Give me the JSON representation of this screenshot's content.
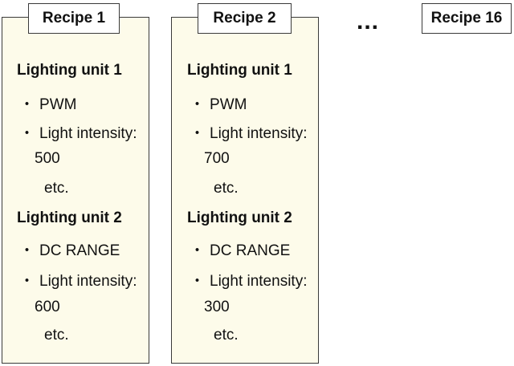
{
  "ellipsis": "...",
  "bullet": "・",
  "recipes": [
    {
      "title": "Recipe 1",
      "units": [
        {
          "heading": "Lighting unit 1",
          "mode": "PWM",
          "intensity_label": "Light intensity:",
          "intensity_value": "500",
          "etc": "etc."
        },
        {
          "heading": "Lighting unit 2",
          "mode": "DC RANGE",
          "intensity_label": "Light intensity:",
          "intensity_value": "600",
          "etc": "etc."
        }
      ]
    },
    {
      "title": "Recipe 2",
      "units": [
        {
          "heading": "Lighting unit 1",
          "mode": "PWM",
          "intensity_label": "Light intensity:",
          "intensity_value": "700",
          "etc": "etc."
        },
        {
          "heading": "Lighting unit 2",
          "mode": "DC RANGE",
          "intensity_label": "Light intensity:",
          "intensity_value": "300",
          "etc": "etc."
        }
      ]
    },
    {
      "title": "Recipe 16"
    }
  ],
  "colors": {
    "card_fill": "#fdfbea",
    "border": "#3a3a3a",
    "text": "#111111"
  }
}
